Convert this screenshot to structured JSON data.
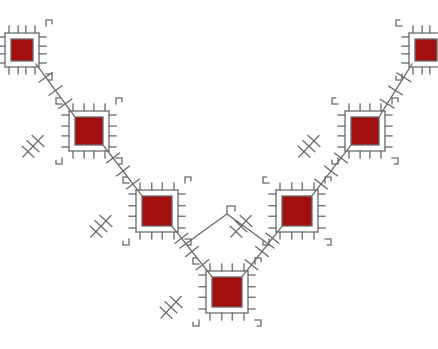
{
  "figure": {
    "type": "fractal-ornament",
    "description_style": "V-shaped chain of Vicsek-like crosses",
    "colors": {
      "background": "#ffffff",
      "fill": "#a30f0f",
      "stroke": "#6a6a6a"
    },
    "filled_square_count": 7
  }
}
